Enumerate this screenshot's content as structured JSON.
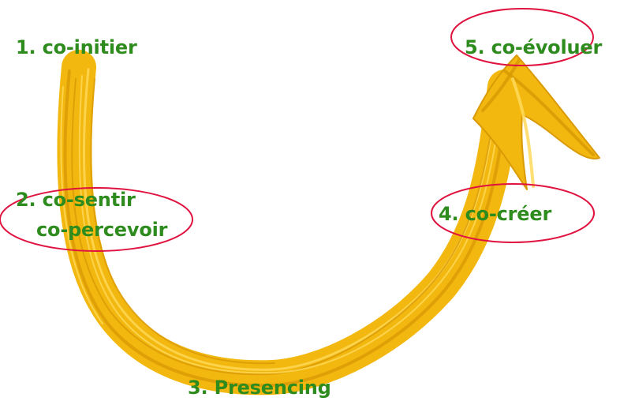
{
  "colors": {
    "arrow": "#f2b80f",
    "arrow_highlight": "#ffd95a",
    "arrow_shadow": "#d99a05",
    "label": "#2e8b1d",
    "highlight_ellipse": "#e0123f"
  },
  "stages": [
    {
      "label": "1. co-initier"
    },
    {
      "label": "2. co-sentir",
      "label_line2": "co-percevoir"
    },
    {
      "label": "3. Presencing"
    },
    {
      "label": "4. co-créer"
    },
    {
      "label": "5. co-évoluer"
    }
  ]
}
